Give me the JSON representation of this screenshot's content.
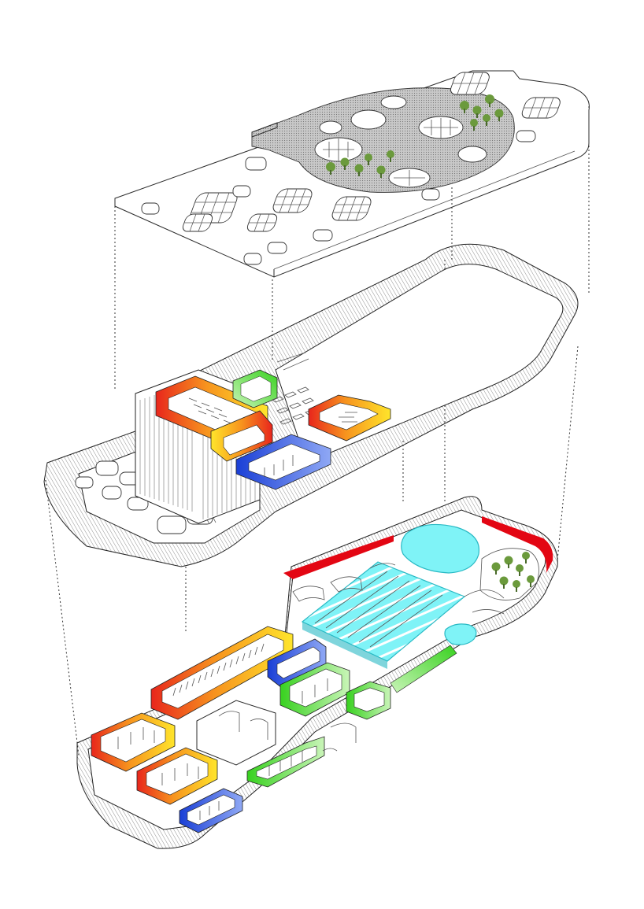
{
  "figure": {
    "kind": "exploded axonometric building diagram",
    "levels": [
      "roof-terrace-level",
      "middle-level",
      "ground-level"
    ],
    "colors": {
      "line": "#2b2b2b",
      "hatch": "#444444",
      "warm_start": "#e8261c",
      "warm_mid": "#f7931e",
      "warm_end": "#ffe52b",
      "blue": "#1a3fd6",
      "blue_light": "#8fa8f5",
      "green": "#38d11f",
      "green_light": "#c9f5b8",
      "pool": "#7ff3f7",
      "pool_edge": "#29b9c4",
      "red_accent": "#e30613",
      "tree": "#6b9a3c",
      "garden_fill": "#bdbdbd"
    },
    "icons": [
      "tree-icon",
      "pool-lane-icon"
    ]
  }
}
